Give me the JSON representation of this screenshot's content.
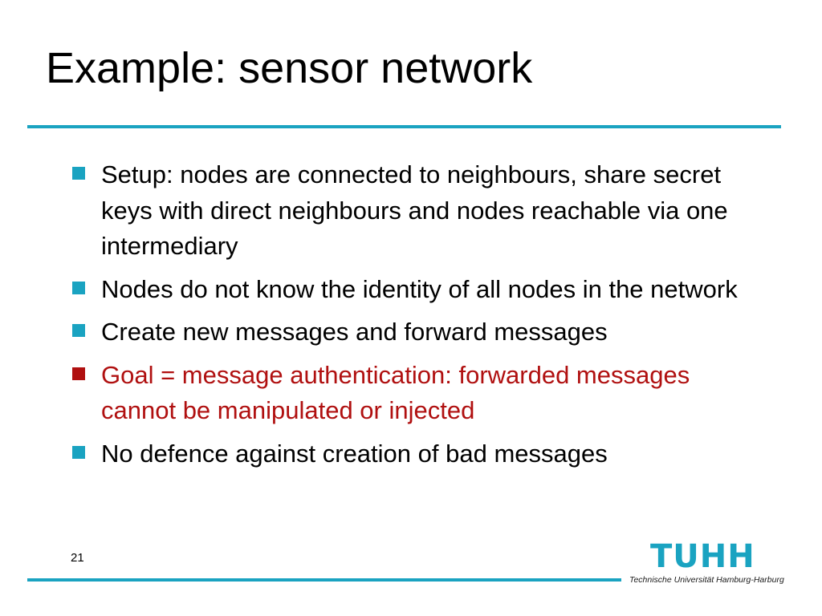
{
  "title": "Example: sensor network",
  "colors": {
    "accent": "#1aa3c1",
    "text": "#000000",
    "highlight": "#b01010"
  },
  "bullets": [
    {
      "text": "Setup: nodes are connected to neighbours, share secret keys with direct neighbours and nodes reachable via one intermediary",
      "color": "#000000",
      "marker_color": "#1aa3c1"
    },
    {
      "text": "Nodes do not know the identity of all nodes in the network",
      "color": "#000000",
      "marker_color": "#1aa3c1"
    },
    {
      "text": "Create new messages and forward messages",
      "color": "#000000",
      "marker_color": "#1aa3c1"
    },
    {
      "text": "Goal = message authentication: forwarded messages cannot be manipulated or injected",
      "color": "#b01010",
      "marker_color": "#b01010"
    },
    {
      "text": "No defence against creation of bad messages",
      "color": "#000000",
      "marker_color": "#1aa3c1"
    }
  ],
  "footer": {
    "page_number": "21",
    "logo": {
      "mark": "TUHH",
      "subtitle": "Technische Universität Hamburg-Harburg",
      "color": "#1aa3c1"
    }
  }
}
